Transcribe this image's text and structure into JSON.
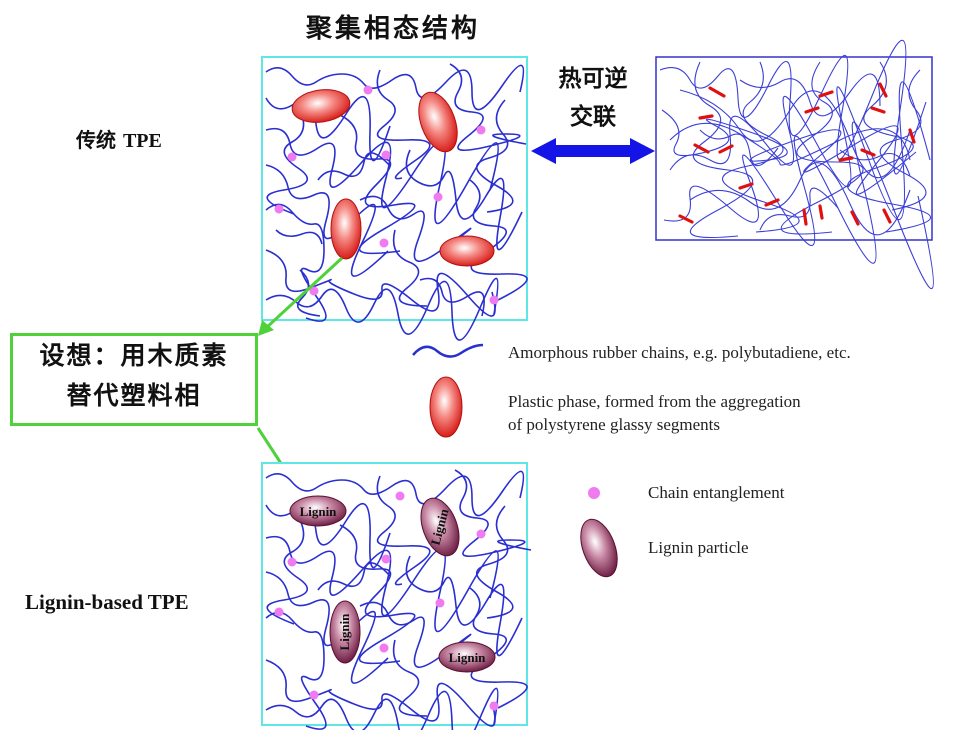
{
  "title": "聚集相态结构",
  "label_top_cn": "传统",
  "label_top_en": "TPE",
  "label_bottom": "Lignin-based TPE",
  "reversible_line1": "热可逆",
  "reversible_line2": "交联",
  "idea_line1": "设想：用木质素",
  "idea_line2": "替代塑料相",
  "particle_label": "Lignin",
  "legend": {
    "rubber": "Amorphous rubber chains, e.g. polybutadiene, etc.",
    "plastic_line1": "Plastic phase, formed from the aggregation",
    "plastic_line2": "of polystyrene glassy segments",
    "entanglement": "Chain entanglement",
    "lignin": "Lignin particle"
  },
  "colors": {
    "chain": "#2a2fd0",
    "box_border": "#5fe6e6",
    "plastic": "#e8322c",
    "lignin": "#8a3a5c",
    "entanglement": "#f07af0",
    "arrow_blue": "#1414e6",
    "arrow_green": "#4fd13a",
    "crosslink": "#e01010"
  }
}
